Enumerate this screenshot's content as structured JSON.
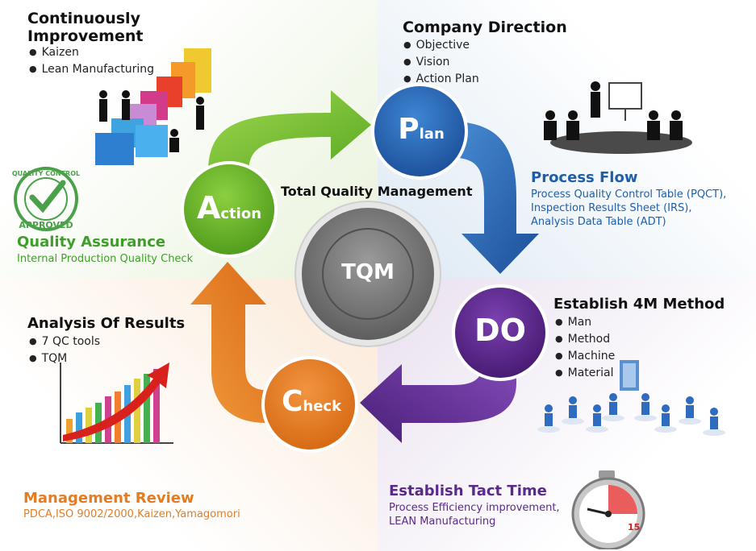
{
  "title": "Total Quality Management",
  "center": "TQM",
  "stages": {
    "plan": {
      "big": "P",
      "small": "lan",
      "color": "#2b6cb3"
    },
    "do": {
      "big": "DO",
      "small": "",
      "color": "#5b2a8a"
    },
    "check": {
      "big": "C",
      "small": "heck",
      "color": "#e87d25"
    },
    "action": {
      "big": "A",
      "small": "ction",
      "color": "#5cab2a"
    }
  },
  "continuous_improvement": {
    "heading_line1": "Continuously",
    "heading_line2": "Improvement",
    "items": [
      "Kaizen",
      "Lean Manufacturing"
    ]
  },
  "company_direction": {
    "heading": "Company Direction",
    "items": [
      "Objective",
      "Vision",
      "Action Plan"
    ]
  },
  "process_flow": {
    "heading": "Process Flow",
    "lines": [
      "Process Quality Control Table (PQCT),",
      "Inspection Results Sheet (IRS),",
      "Analysis Data Table (ADT)"
    ]
  },
  "quality_assurance": {
    "heading": "Quality Assurance",
    "text": "Internal Production Quality Check",
    "stamp_top": "QUALITY CONTROL",
    "stamp_bottom": "APPROVED"
  },
  "establish_4m": {
    "heading": "Establish 4M Method",
    "items": [
      "Man",
      "Method",
      "Machine",
      "Material"
    ]
  },
  "analysis_of_results": {
    "heading": "Analysis Of Results",
    "items": [
      "7 QC tools",
      "TQM"
    ]
  },
  "management_review": {
    "heading": "Management Review",
    "text": "PDCA,ISO 9002/2000,Kaizen,Yamagomori"
  },
  "tact_time": {
    "heading": "Establish Tact Time",
    "lines": [
      "Process Efficiency improvement,",
      "LEAN Manufacturing"
    ],
    "dial_number": "15"
  }
}
